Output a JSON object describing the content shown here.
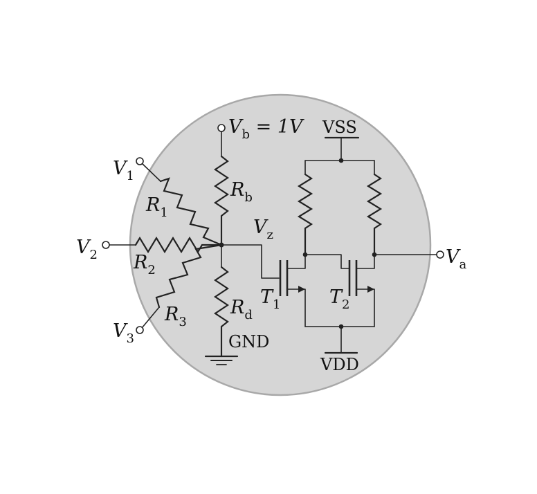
{
  "labels": {
    "v1": {
      "main": "V",
      "sub": "1"
    },
    "v2": {
      "main": "V",
      "sub": "2"
    },
    "v3": {
      "main": "V",
      "sub": "3"
    },
    "vb": {
      "main": "V",
      "sub": "b",
      "value": " = 1V"
    },
    "vz": {
      "main": "V",
      "sub": "z"
    },
    "va": {
      "main": "V",
      "sub": "a"
    },
    "r1": {
      "main": "R",
      "sub": "1"
    },
    "r2": {
      "main": "R",
      "sub": "2"
    },
    "r3": {
      "main": "R",
      "sub": "3"
    },
    "rb": {
      "main": "R",
      "sub": "b"
    },
    "rd": {
      "main": "R",
      "sub": "d"
    },
    "t1": {
      "main": "T",
      "sub": "1"
    },
    "t2": {
      "main": "T",
      "sub": "2"
    },
    "vss": "VSS",
    "vdd": "VDD",
    "gnd": "GND"
  },
  "colors": {
    "background_circle": "#d6d6d6",
    "circle_border": "#a8a8a8",
    "lines": "#222222"
  }
}
